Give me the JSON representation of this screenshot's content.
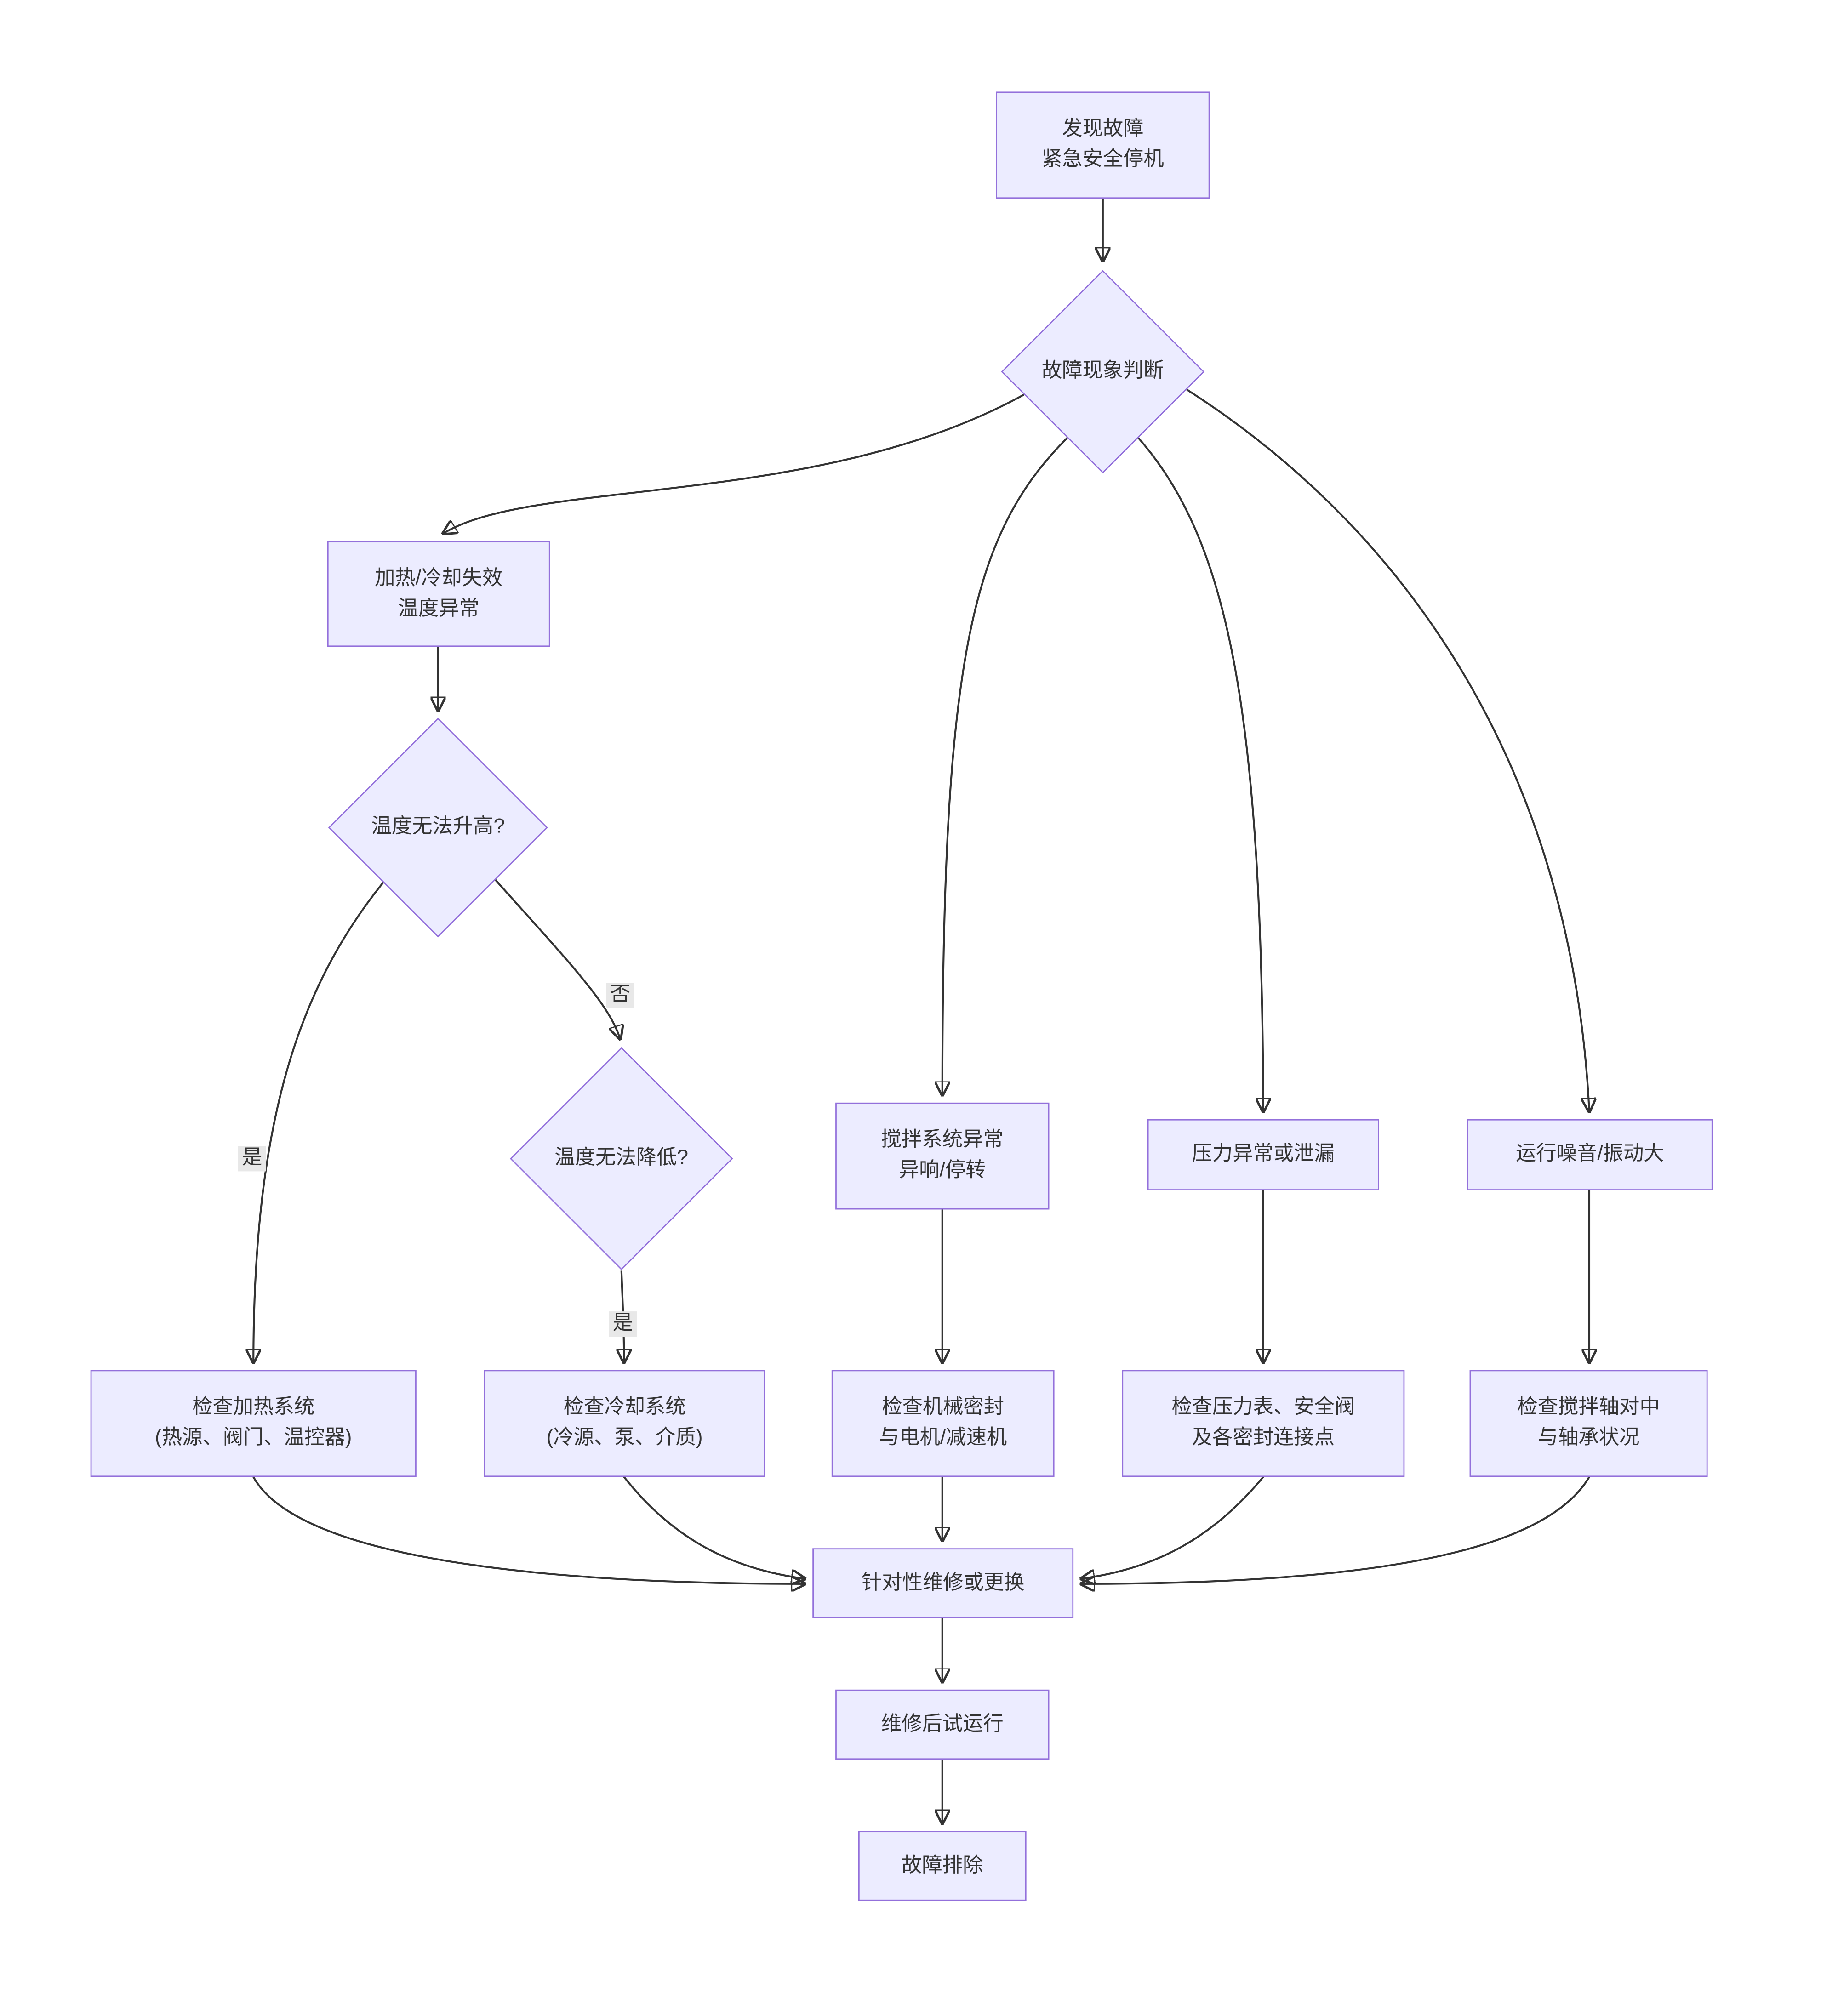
{
  "diagram": {
    "type": "flowchart",
    "direction": "top-down",
    "colors": {
      "node_fill": "#ECECFF",
      "node_border": "#9370DB",
      "edge": "#333333",
      "text": "#333333",
      "edge_label_bg": "#e8e8e8",
      "background": "#ffffff"
    }
  },
  "nodes": {
    "start": {
      "shape": "rect",
      "label": "发现故障\n紧急安全停机"
    },
    "judge": {
      "shape": "diamond",
      "label": "故障现象判断"
    },
    "temp_fault": {
      "shape": "rect",
      "label": "加热/冷却失效\n温度异常"
    },
    "temp_rise_q": {
      "shape": "diamond",
      "label": "温度无法升高?"
    },
    "temp_drop_q": {
      "shape": "diamond",
      "label": "温度无法降低?"
    },
    "mix_fault": {
      "shape": "rect",
      "label": "搅拌系统异常\n异响/停转"
    },
    "pressure_fault": {
      "shape": "rect",
      "label": "压力异常或泄漏"
    },
    "noise_fault": {
      "shape": "rect",
      "label": "运行噪音/振动大"
    },
    "check_heating": {
      "shape": "rect",
      "label": "检查加热系统\n(热源、阀门、温控器)"
    },
    "check_cooling": {
      "shape": "rect",
      "label": "检查冷却系统\n(冷源、泵、介质)"
    },
    "check_seal": {
      "shape": "rect",
      "label": "检查机械密封\n与电机/减速机"
    },
    "check_pressure": {
      "shape": "rect",
      "label": "检查压力表、安全阀\n及各密封连接点"
    },
    "check_shaft": {
      "shape": "rect",
      "label": "检查搅拌轴对中\n与轴承状况"
    },
    "repair": {
      "shape": "rect",
      "label": "针对性维修或更换"
    },
    "trial_run": {
      "shape": "rect",
      "label": "维修后试运行"
    },
    "resolved": {
      "shape": "rect",
      "label": "故障排除"
    }
  },
  "edge_labels": {
    "rise_yes": "是",
    "rise_no": "否",
    "drop_yes": "是"
  },
  "edges": [
    {
      "from": "start",
      "to": "judge",
      "label": ""
    },
    {
      "from": "judge",
      "to": "temp_fault",
      "label": ""
    },
    {
      "from": "judge",
      "to": "mix_fault",
      "label": ""
    },
    {
      "from": "judge",
      "to": "pressure_fault",
      "label": ""
    },
    {
      "from": "judge",
      "to": "noise_fault",
      "label": ""
    },
    {
      "from": "temp_fault",
      "to": "temp_rise_q",
      "label": ""
    },
    {
      "from": "temp_rise_q",
      "to": "check_heating",
      "label": "是"
    },
    {
      "from": "temp_rise_q",
      "to": "temp_drop_q",
      "label": "否"
    },
    {
      "from": "temp_drop_q",
      "to": "check_cooling",
      "label": "是"
    },
    {
      "from": "mix_fault",
      "to": "check_seal",
      "label": ""
    },
    {
      "from": "pressure_fault",
      "to": "check_pressure",
      "label": ""
    },
    {
      "from": "noise_fault",
      "to": "check_shaft",
      "label": ""
    },
    {
      "from": "check_heating",
      "to": "repair",
      "label": ""
    },
    {
      "from": "check_cooling",
      "to": "repair",
      "label": ""
    },
    {
      "from": "check_seal",
      "to": "repair",
      "label": ""
    },
    {
      "from": "check_pressure",
      "to": "repair",
      "label": ""
    },
    {
      "from": "check_shaft",
      "to": "repair",
      "label": ""
    },
    {
      "from": "repair",
      "to": "trial_run",
      "label": ""
    },
    {
      "from": "trial_run",
      "to": "resolved",
      "label": ""
    }
  ]
}
